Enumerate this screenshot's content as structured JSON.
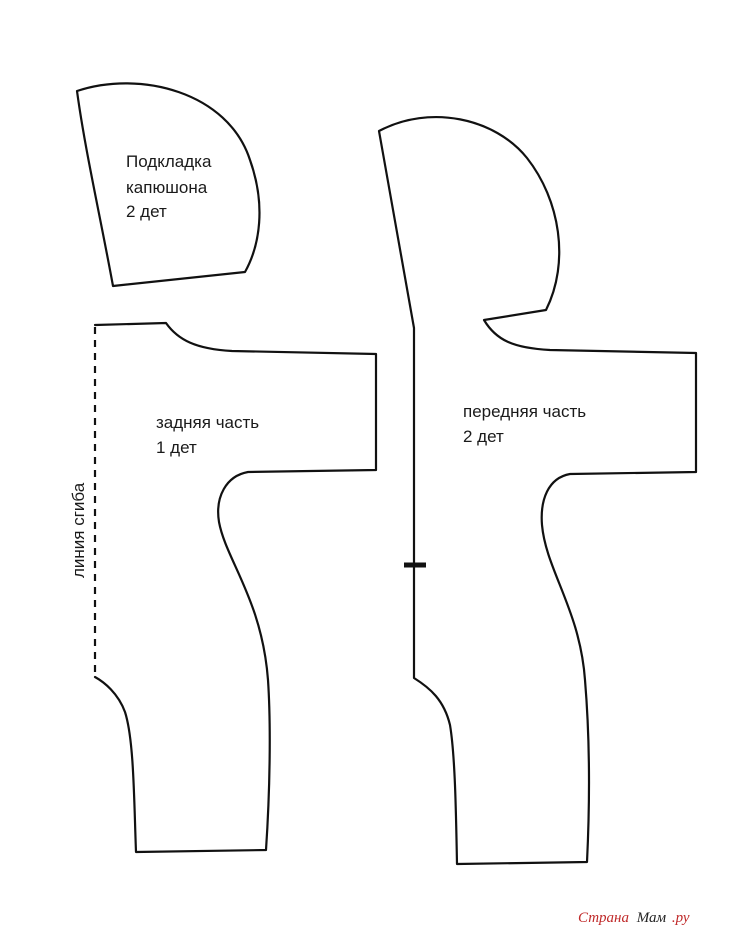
{
  "pieces": {
    "hood_lining": {
      "lines": [
        "Подкладка",
        "капюшона",
        "2 дет"
      ]
    },
    "back": {
      "lines": [
        "задняя часть",
        "1 дет"
      ]
    },
    "front": {
      "lines": [
        "передняя часть",
        "2 дет"
      ]
    }
  },
  "fold_line": {
    "label": "линия сгиба"
  },
  "watermark": {
    "part1": "Страна",
    "part2": "Мам",
    "part3": ".ру",
    "color_accent": "#c02a2a"
  }
}
